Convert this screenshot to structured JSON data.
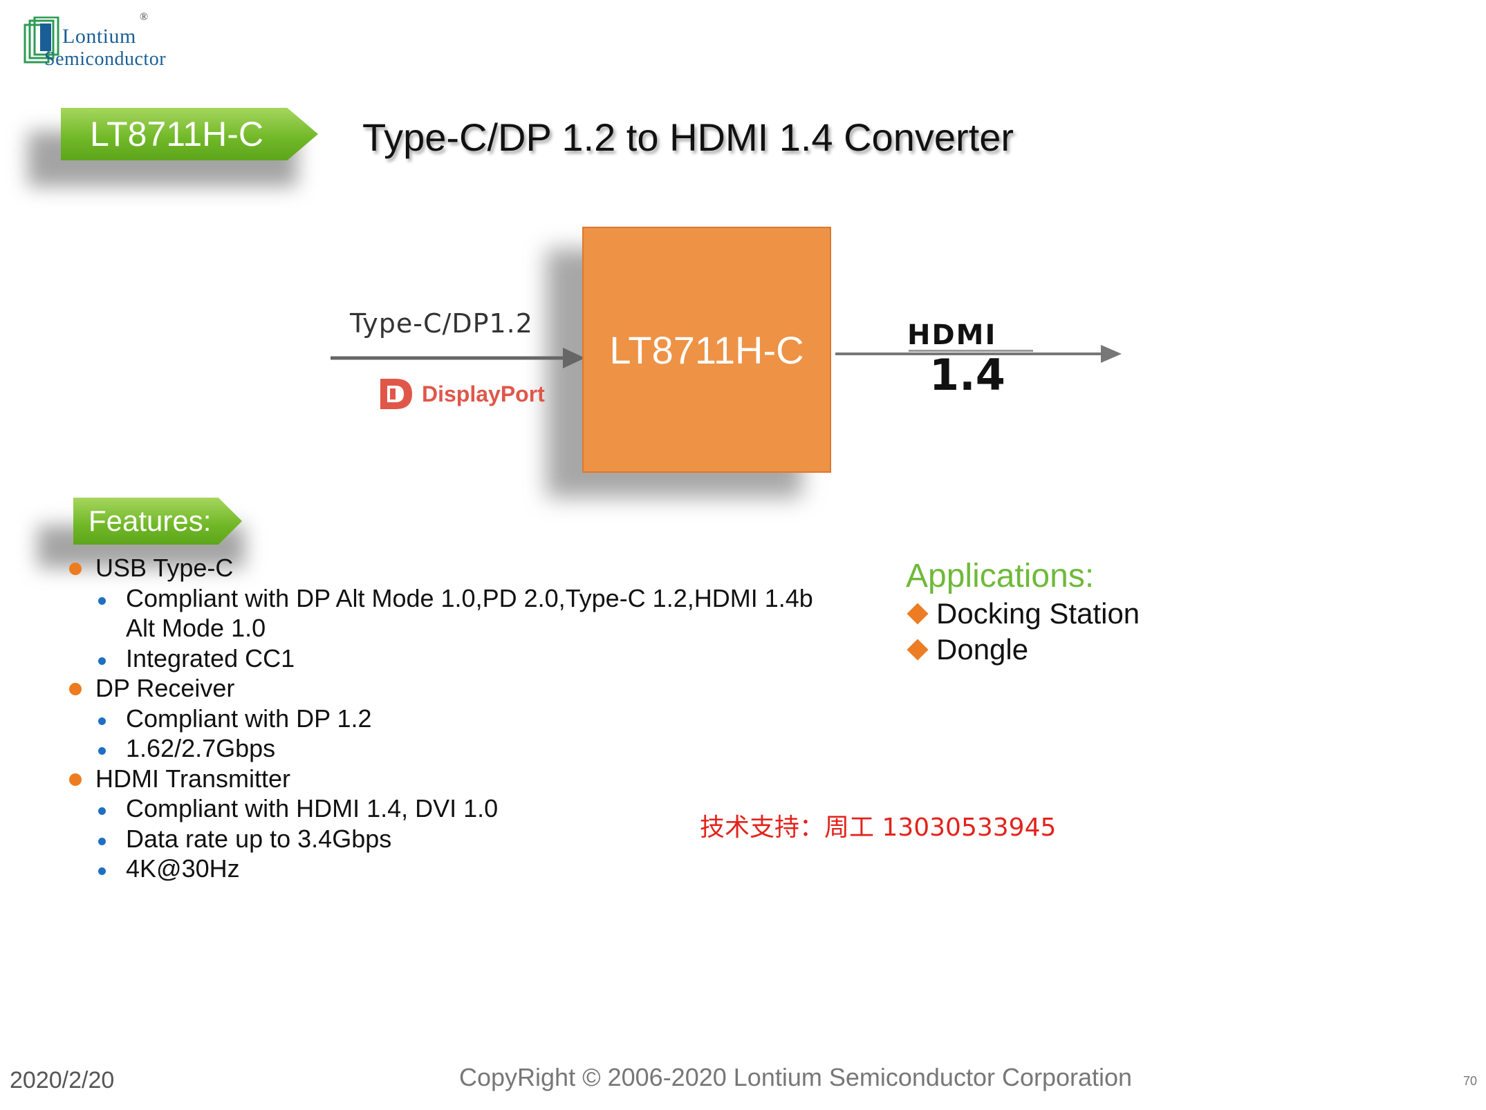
{
  "logo": {
    "line1": "Lontium",
    "line2": "Semiconductor",
    "registered": "®"
  },
  "title_tag": "LT8711H-C",
  "page_title": "Type-C/DP 1.2 to HDMI 1.4 Converter",
  "diagram": {
    "input_label": "Type-C/DP1.2",
    "displayport_logo_text": "DisplayPort",
    "chip_label": "LT8711H-C",
    "hdmi_logo_text": "HDMI",
    "hdmi_version": "1.4"
  },
  "features": {
    "heading": "Features:",
    "groups": [
      {
        "title": "USB Type-C",
        "items": [
          "Compliant with DP Alt Mode 1.0,PD 2.0,Type-C 1.2,HDMI 1.4b Alt Mode 1.0",
          "Integrated CC1"
        ]
      },
      {
        "title": "DP Receiver",
        "items": [
          "Compliant with DP 1.2",
          "1.62/2.7Gbps"
        ]
      },
      {
        "title": "HDMI Transmitter",
        "items": [
          "Compliant with HDMI 1.4, DVI 1.0",
          "Data rate up to 3.4Gbps",
          "4K@30Hz"
        ]
      }
    ]
  },
  "applications": {
    "heading": "Applications:",
    "items": [
      "Docking Station",
      "Dongle"
    ]
  },
  "support_contact": "技术支持：周工 13030533945",
  "footer": {
    "date": "2020/2/20",
    "copyright": "CopyRight © 2006-2020 Lontium Semiconductor Corporation",
    "page_number": "70"
  },
  "colors": {
    "tag_green": "#6fb726",
    "chip_orange": "#ee9246",
    "bullet_orange": "#ec7c1f",
    "bullet_blue": "#1f6fc2",
    "applications_green": "#6fb93a",
    "support_red": "#e3221c"
  },
  "icons": [
    "lontium-logo-icon",
    "displayport-logo-icon",
    "hdmi-logo-icon",
    "arrow-right-icon"
  ]
}
